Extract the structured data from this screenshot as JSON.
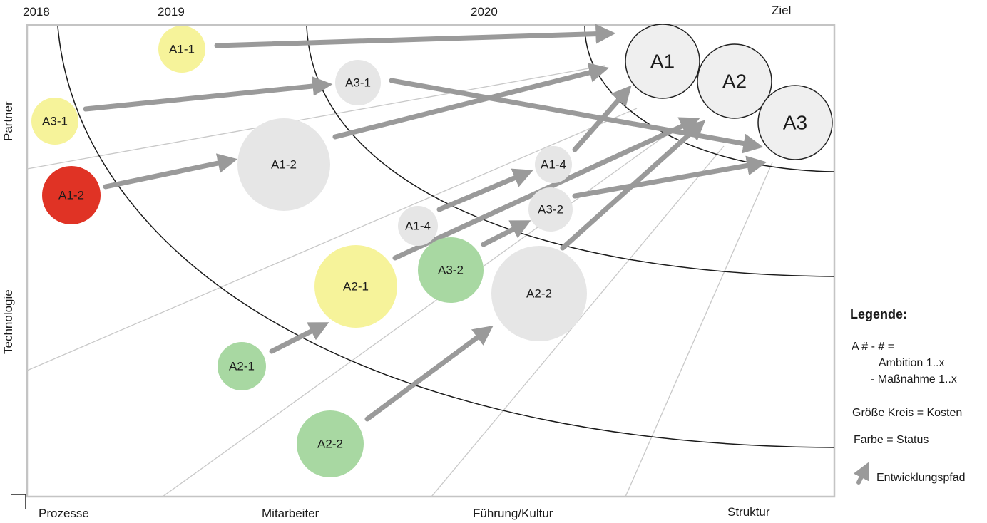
{
  "years": [
    "2018",
    "2019",
    "2020",
    "Ziel"
  ],
  "axes": {
    "y_top": "Partner",
    "y_bottom": "Technologie",
    "x": [
      "Prozesse",
      "Mitarbeiter",
      "Führung/Kultur",
      "Struktur"
    ]
  },
  "goals": [
    "A1",
    "A2",
    "A3"
  ],
  "nodes": [
    {
      "id": "n1",
      "label": "A1-1",
      "status": "yellow"
    },
    {
      "id": "n2",
      "label": "A3-1",
      "status": "yellow"
    },
    {
      "id": "n3",
      "label": "A1-2",
      "status": "red"
    },
    {
      "id": "n4",
      "label": "A3-1",
      "status": "gray"
    },
    {
      "id": "n5",
      "label": "A1-2",
      "status": "gray"
    },
    {
      "id": "n6",
      "label": "A1-4",
      "status": "gray"
    },
    {
      "id": "n7",
      "label": "A1-4",
      "status": "gray"
    },
    {
      "id": "n8",
      "label": "A3-2",
      "status": "gray"
    },
    {
      "id": "n9",
      "label": "A3-2",
      "status": "green"
    },
    {
      "id": "n10",
      "label": "A2-1",
      "status": "yellow"
    },
    {
      "id": "n11",
      "label": "A2-2",
      "status": "gray"
    },
    {
      "id": "n12",
      "label": "A2-1",
      "status": "green"
    },
    {
      "id": "n13",
      "label": "A2-2",
      "status": "green"
    }
  ],
  "colors": {
    "yellow": "#f6f39a",
    "red": "#e03325",
    "green": "#a8d8a2",
    "gray": "#e6e6e6",
    "arrow": "#9a9a9a"
  },
  "legend": {
    "title": "Legende:",
    "line1": "A # - #  =",
    "line2": "Ambition 1..x",
    "line3": "- Maßnahme 1..x",
    "size": "Größe Kreis = Kosten",
    "color": "Farbe = Status",
    "path": "Entwicklungspfad"
  }
}
